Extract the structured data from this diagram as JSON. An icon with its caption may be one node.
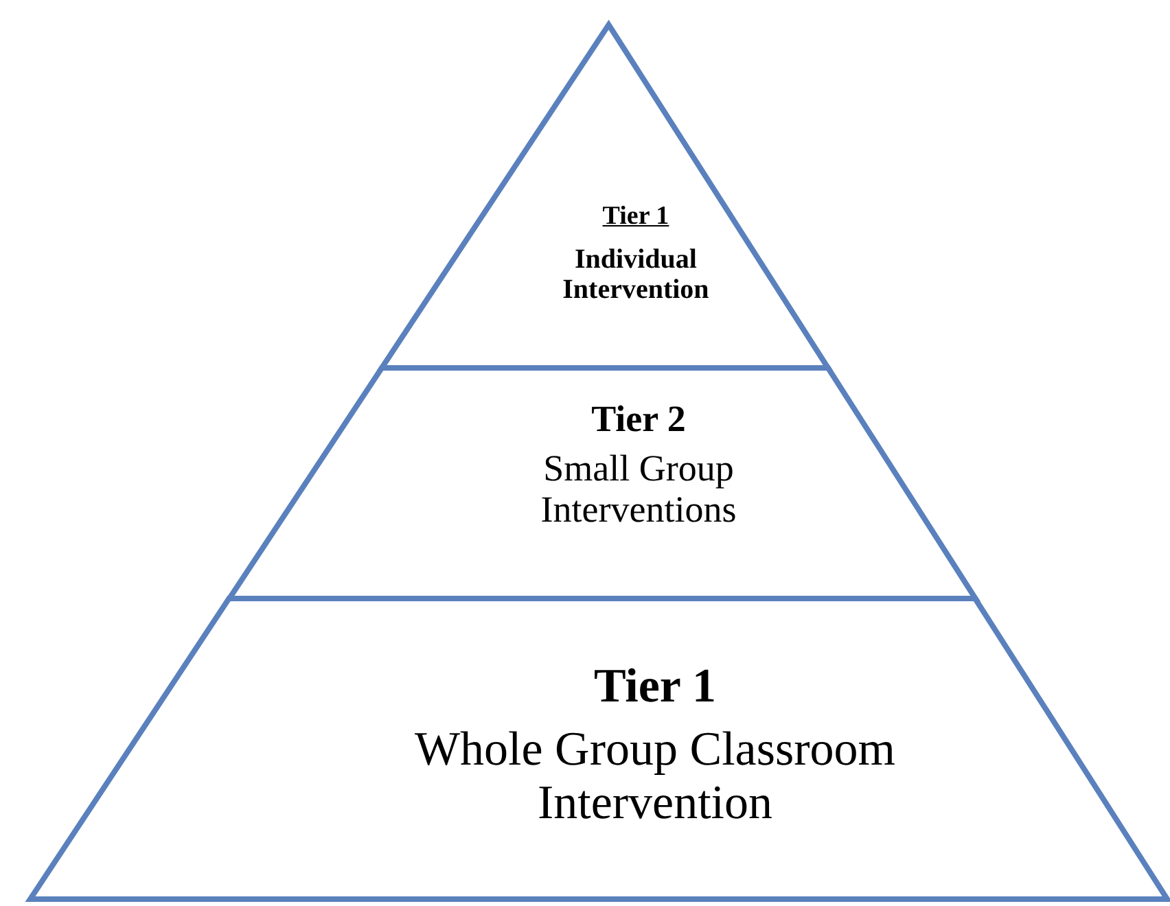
{
  "diagram": {
    "nodes": [
      {
        "text": [
          "Tier 1",
          "Individual Intervention"
        ]
      },
      {
        "text": [
          "Tier 2",
          "Small Group Interventions"
        ]
      },
      {
        "text": [
          "Tier 1",
          "Whole Group Classroom Intervention"
        ]
      }
    ]
  }
}
